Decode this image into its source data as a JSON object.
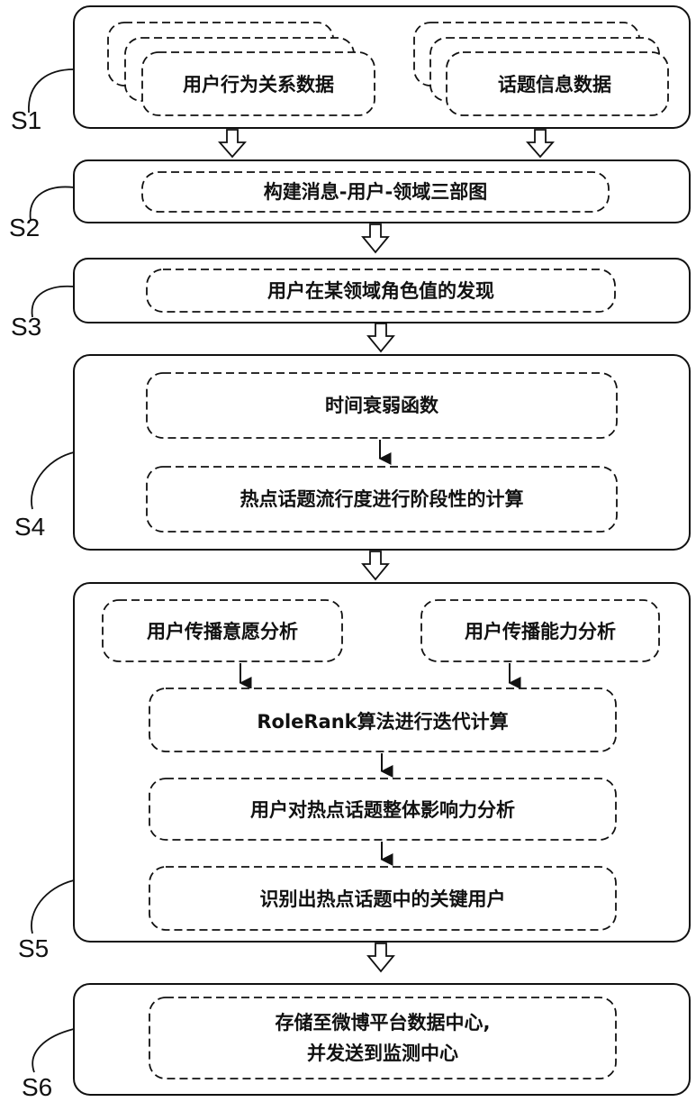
{
  "steps": {
    "s1": {
      "label": "S1",
      "user_relation_data": "用户行为关系数据",
      "topic_info_data": "话题信息数据"
    },
    "s2": {
      "label": "S2",
      "text": "构建消息-用户-领域三部图"
    },
    "s3": {
      "label": "S3",
      "text": "用户在某领域角色值的发现"
    },
    "s4": {
      "label": "S4",
      "time_decay": "时间衰弱函数",
      "popularity_calc": "热点话题流行度进行阶段性的计算"
    },
    "s5": {
      "label": "S5",
      "willingness": "用户传播意愿分析",
      "ability": "用户传播能力分析",
      "rolerank": "RoleRank算法进行迭代计算",
      "overall_influence": "用户对热点话题整体影响力分析",
      "key_users": "识别出热点话题中的关键用户"
    },
    "s6": {
      "label": "S6",
      "line1": "存储至微博平台数据中心,",
      "line2": "并发送到监测中心"
    }
  }
}
